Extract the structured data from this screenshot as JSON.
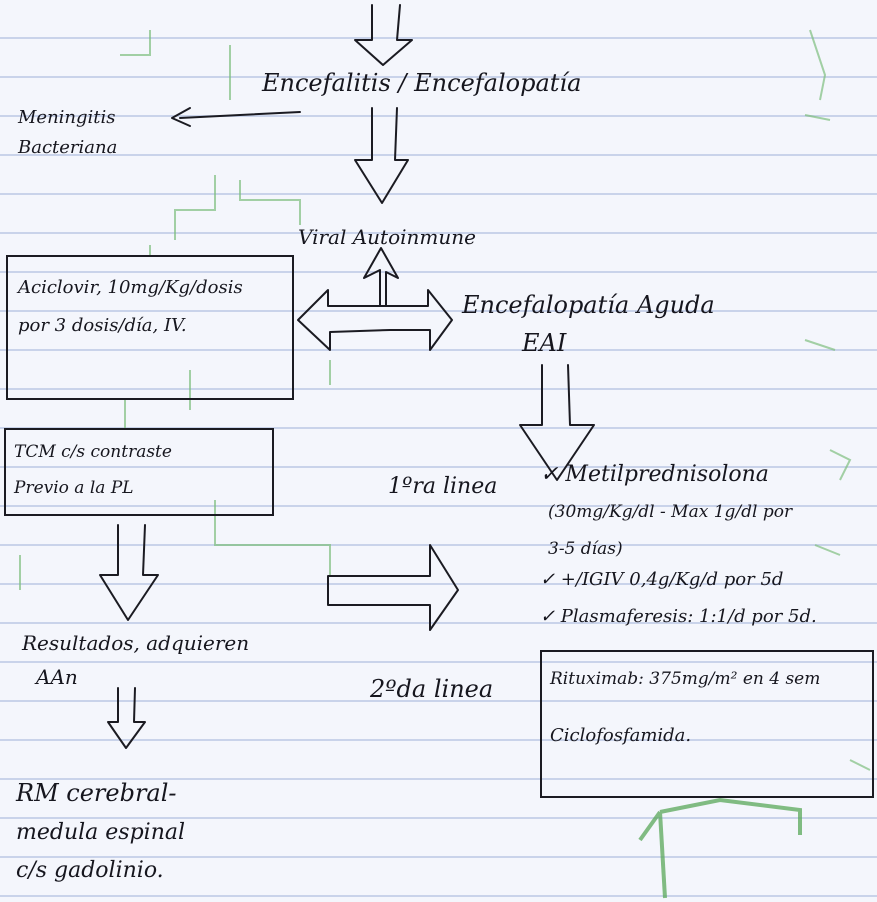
{
  "notes": {
    "top_node": "Encefalitis / Encefalopatía",
    "meningitis": [
      "Meningitis",
      "Bacteriana"
    ],
    "viral_autoinmune": "Viral   Autoinmune",
    "acyclovir": [
      "Aciclovir, 10mg/Kg/dosis",
      "por 3 dosis/día, IV."
    ],
    "eai": [
      "Encefalopatía Aguda",
      "EAI"
    ],
    "tc": [
      "TCM c/s contraste",
      "Previo a la PL"
    ],
    "primera_linea_label": "1ºra linea",
    "primera_linea_items": [
      "✓ Metilprednisolona",
      "(30mg/Kg/dl - Max 1g/dl por",
      "3-5 días)",
      "✓ +/IGIV 0,4g/Kg/d por 5d",
      "✓ Plasmaferesis: 1:1/d por 5d."
    ],
    "resultados": [
      "Resultados, adquieren",
      "AAn"
    ],
    "segunda_linea_label": "2ºda linea",
    "segunda_linea_items": [
      "Rituximab: 375mg/m² en 4 sem",
      "Ciclofosfamida."
    ],
    "rm": [
      "RM cerebral-",
      "medula espinal",
      "c/s gadolinio."
    ]
  },
  "colors": {
    "ink": "#16161e",
    "paper": "#f4f6fc",
    "rule": "#c9d3ea",
    "green_bleed": "#5aa85a"
  }
}
